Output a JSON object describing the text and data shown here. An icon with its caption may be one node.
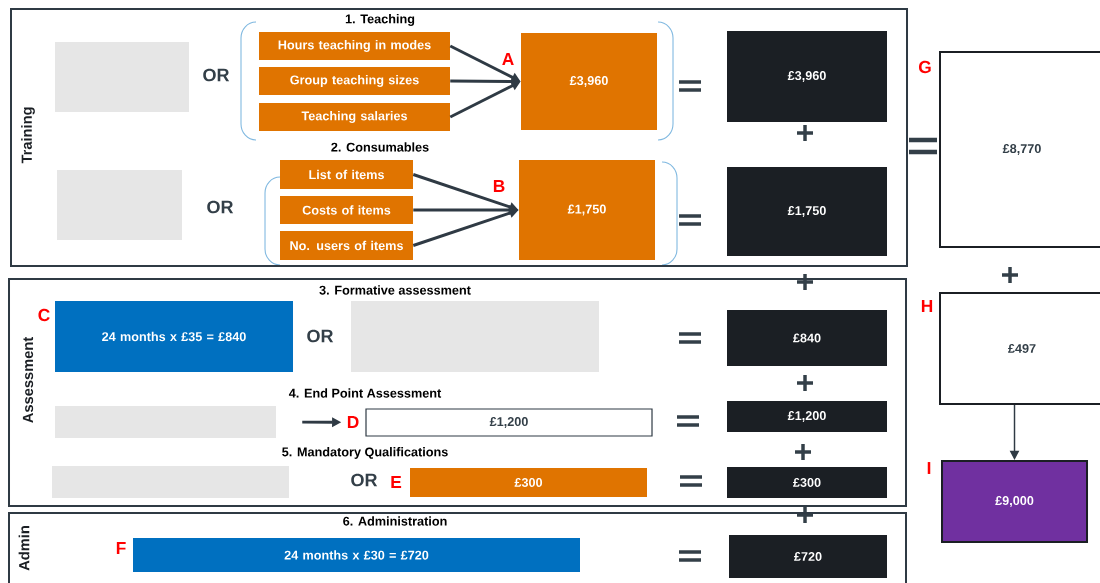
{
  "diagram": {
    "nodes": [
      {
        "text": [
          "Training"
        ]
      },
      {
        "text": [],
        "shape": "box",
        "in": 0
      },
      {
        "text": [
          "Hours teaching in modes"
        ],
        "in": 0
      },
      {
        "text": [
          "Group teaching sizes"
        ],
        "in": 0
      },
      {
        "text": [
          "Teaching salaries"
        ],
        "in": 0
      },
      {
        "text": [
          "£3,960"
        ],
        "in": 0,
        "beside": [
          "A"
        ]
      },
      {
        "text": [
          "£3,960"
        ],
        "in": 0
      },
      {
        "text": [],
        "shape": "box",
        "in": 0
      },
      {
        "text": [
          "List of items"
        ],
        "in": 0
      },
      {
        "text": [
          "Costs of items"
        ],
        "in": 0
      },
      {
        "text": [
          "No. users of items"
        ],
        "in": 0
      },
      {
        "text": [
          "£1,750"
        ],
        "in": 0,
        "beside": [
          "B"
        ]
      },
      {
        "text": [
          "£1,750"
        ],
        "in": 0
      },
      {
        "text": [
          "Assessment"
        ]
      },
      {
        "text": [
          "24 months x £35 = £840"
        ],
        "in": 13,
        "beside": [
          "C"
        ]
      },
      {
        "text": [],
        "shape": "box",
        "in": 13
      },
      {
        "text": [
          "£840"
        ],
        "in": 13
      },
      {
        "text": [],
        "shape": "box",
        "in": 13
      },
      {
        "text": [
          "£1,200"
        ],
        "in": 13,
        "beside": [
          "D"
        ]
      },
      {
        "text": [
          "£1,200"
        ],
        "in": 13
      },
      {
        "text": [],
        "shape": "box",
        "in": 13
      },
      {
        "text": [
          "£300"
        ],
        "in": 13,
        "beside": [
          "E"
        ]
      },
      {
        "text": [
          "£300"
        ],
        "in": 13
      },
      {
        "text": [
          "Admin"
        ]
      },
      {
        "text": [
          "24 months x £30 = £720"
        ],
        "in": 23,
        "beside": [
          "F"
        ]
      },
      {
        "text": [
          "£720"
        ],
        "in": 23
      },
      {
        "text": [
          "£8,770"
        ],
        "beside": [
          "G"
        ]
      },
      {
        "text": [
          "£497"
        ],
        "beside": [
          "H"
        ]
      },
      {
        "text": [
          "£9,000"
        ],
        "beside": [
          "I"
        ]
      }
    ],
    "edges": [
      {
        "from": 2,
        "to": 5,
        "arrow": "to"
      },
      {
        "from": 3,
        "to": 5,
        "arrow": "to"
      },
      {
        "from": 4,
        "to": 5,
        "arrow": "to"
      },
      {
        "from": 8,
        "to": 11,
        "arrow": "to"
      },
      {
        "from": 9,
        "to": 11,
        "arrow": "to"
      },
      {
        "from": 10,
        "to": 11,
        "arrow": "to"
      },
      {
        "from": 17,
        "to": 18,
        "arrow": "to"
      },
      {
        "from": 27,
        "to": 28,
        "arrow": "to"
      }
    ],
    "labels": [
      "1. Teaching",
      "OR",
      "2. Consumables",
      "OR",
      "3. Formative assessment",
      "OR",
      "4. End Point Assessment",
      "5. Mandatory Qualifications",
      "OR",
      "6. Administration"
    ]
  }
}
